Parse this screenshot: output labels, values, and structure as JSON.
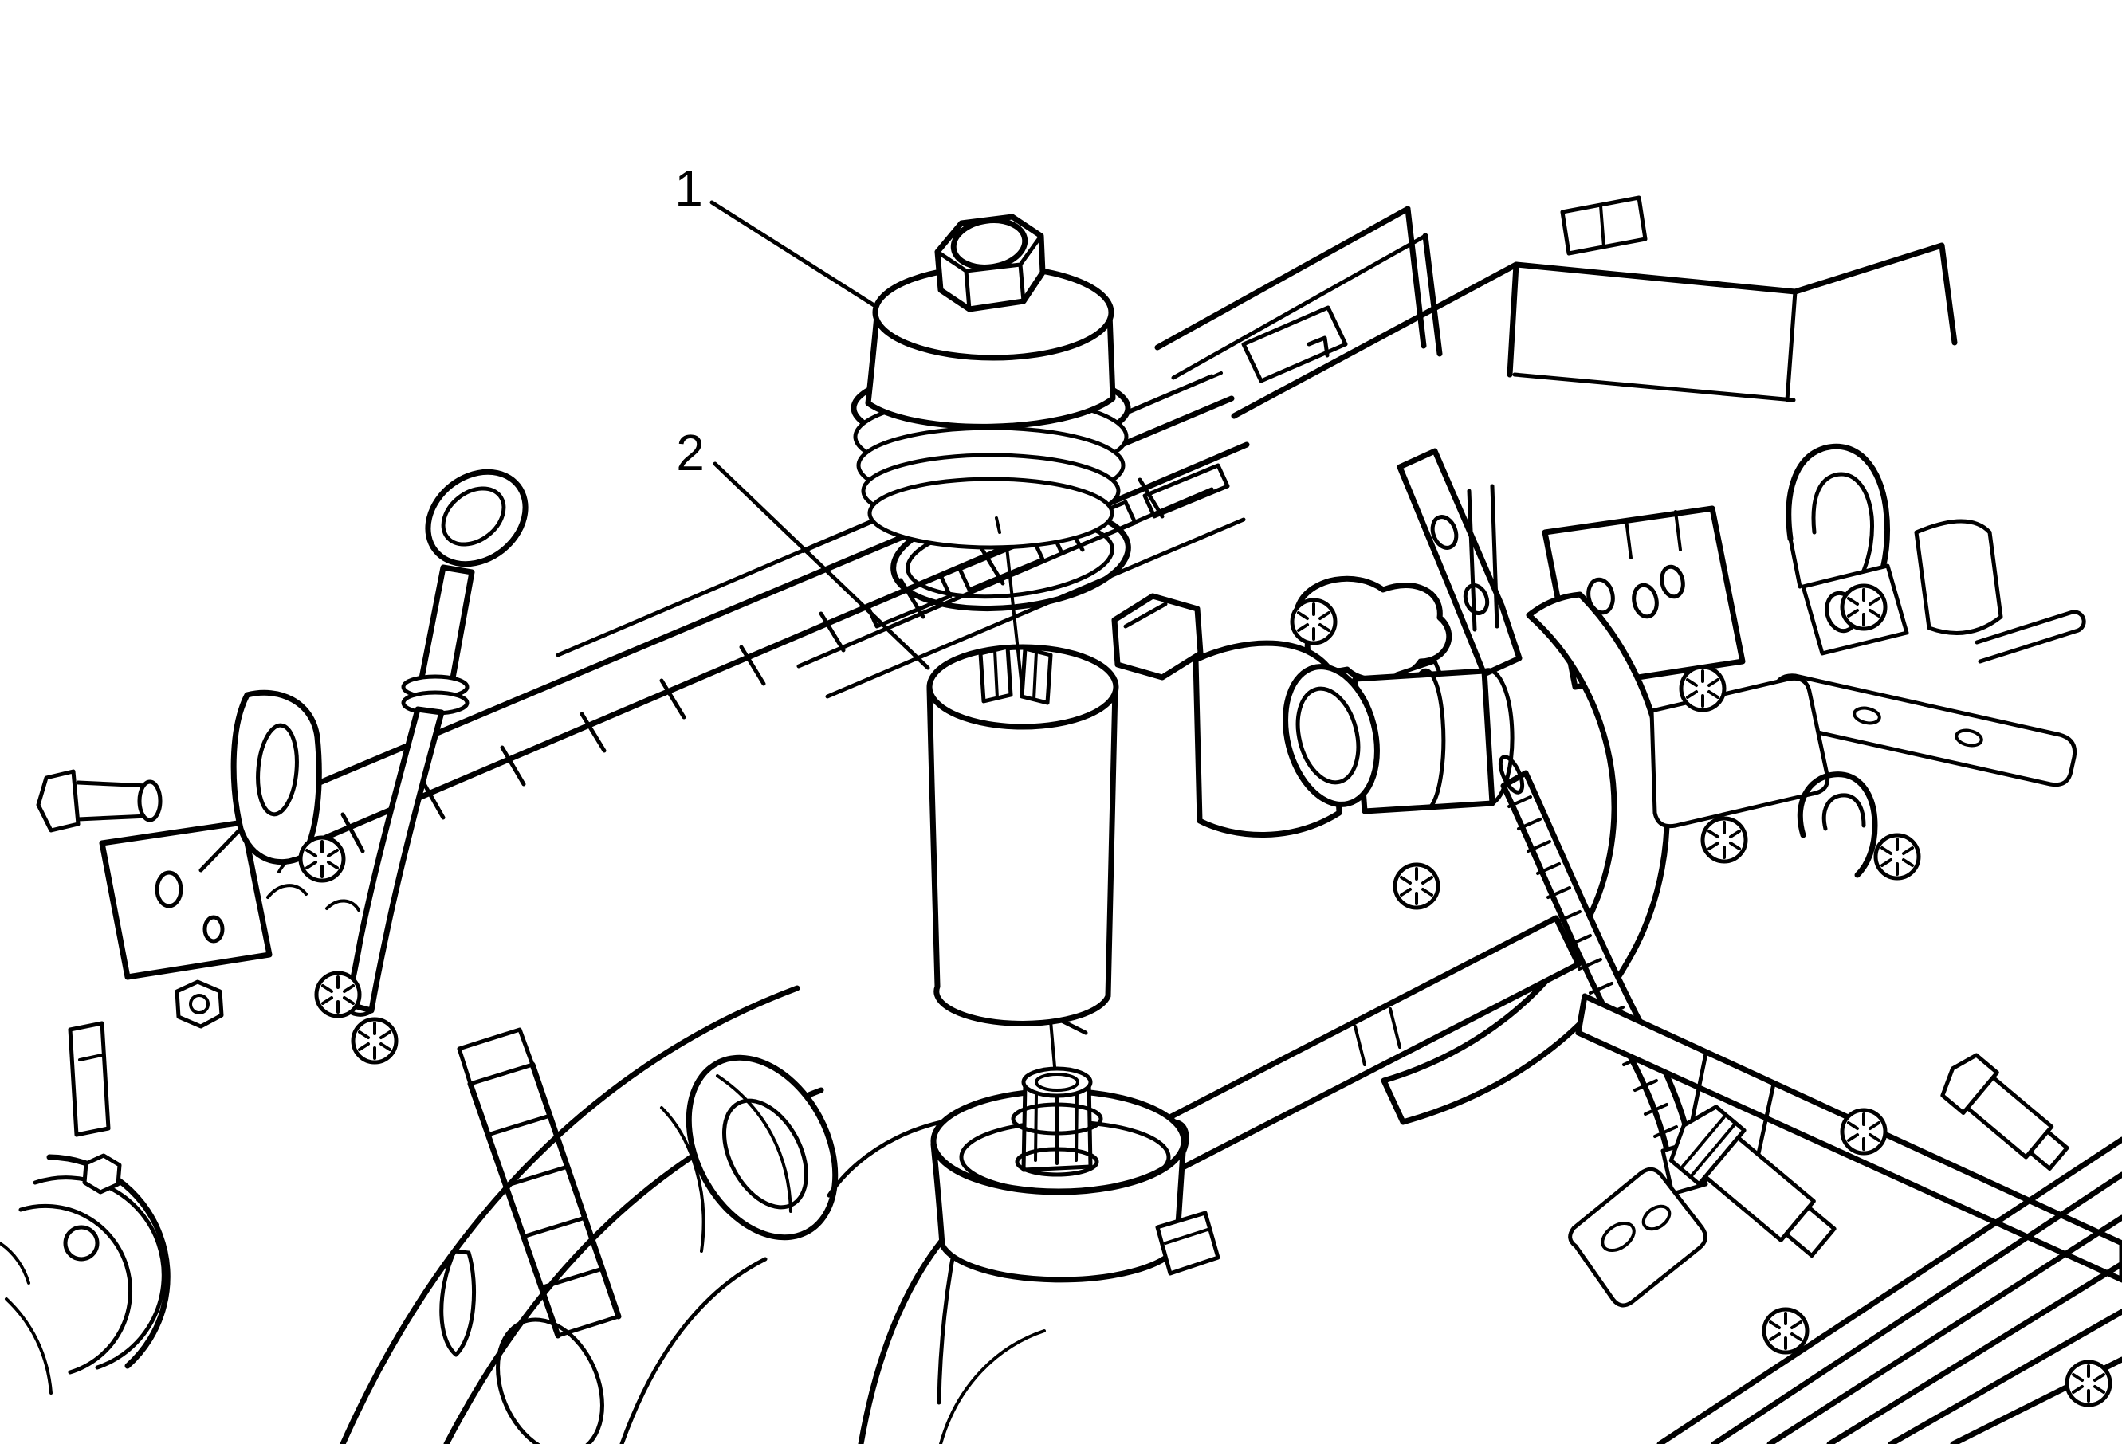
{
  "figure": {
    "type": "technical-line-illustration",
    "subject": "engine oil filter service exploded view",
    "background_color": "#ffffff",
    "line_color": "#000000",
    "callouts": [
      {
        "label": "1",
        "points_to": "oil-filter-cap"
      },
      {
        "label": "2",
        "points_to": "oil-filter-element"
      }
    ],
    "parts": [
      "oil-filter-cap",
      "oil-filter-cap-hex-nut",
      "oil-filter-seal-o-ring",
      "oil-filter-element",
      "oil-filter-housing",
      "filter-housing-standpipe",
      "engine-assembly"
    ]
  }
}
